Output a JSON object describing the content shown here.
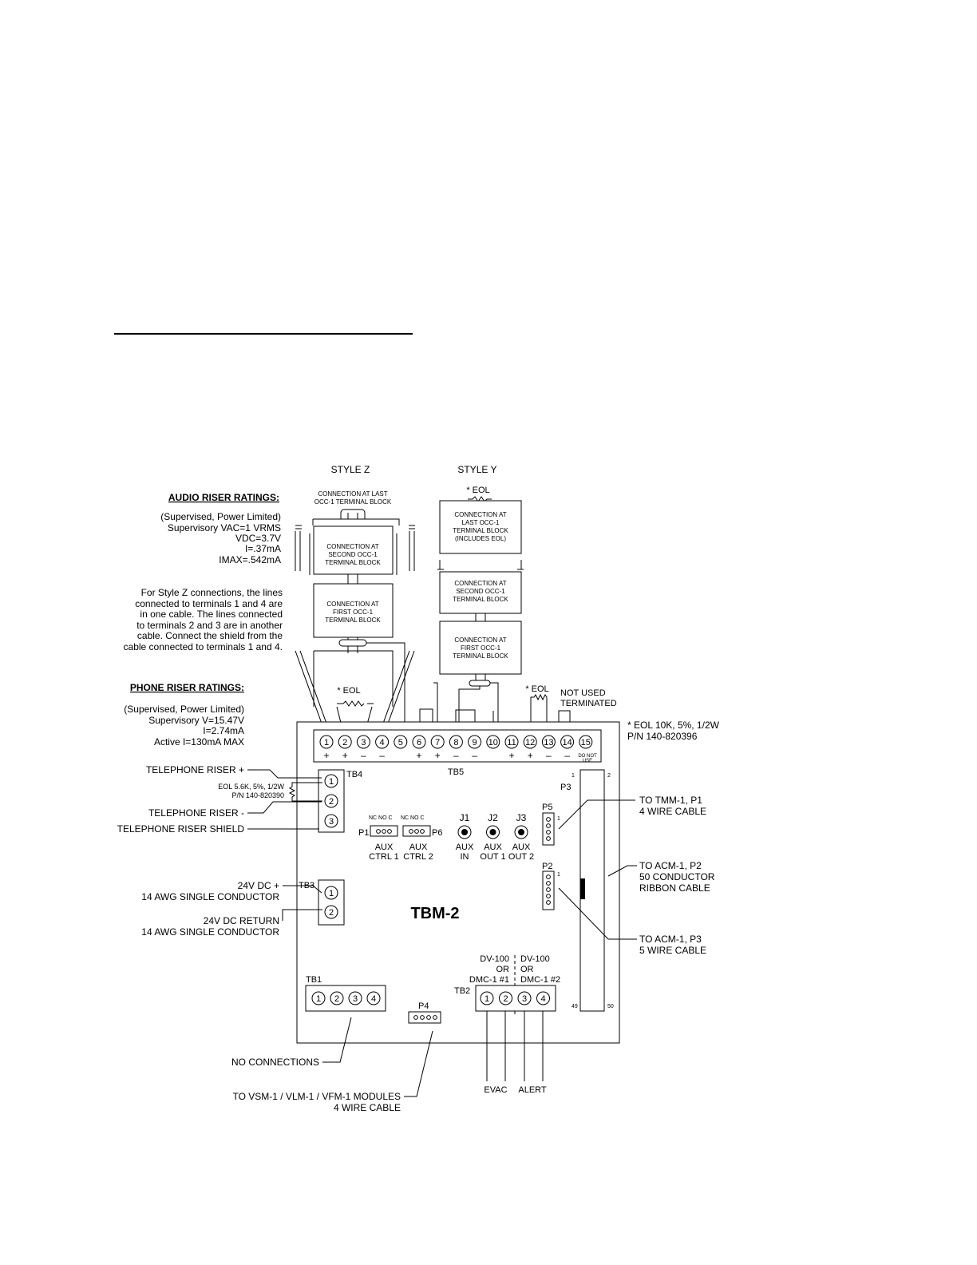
{
  "diagram": {
    "style_z_label": "STYLE Z",
    "style_y_label": "STYLE Y",
    "z_box_last": [
      "CONNECTION AT LAST",
      "OCC-1 TERMINAL BLOCK"
    ],
    "z_box_second": [
      "CONNECTION AT",
      "SECOND OCC-1",
      "TERMINAL BLOCK"
    ],
    "z_box_first": [
      "CONNECTION AT",
      "FIRST OCC-1",
      "TERMINAL BLOCK"
    ],
    "y_eol": "* EOL",
    "y_box_last": [
      "CONNECTION AT",
      "LAST OCC-1",
      "TERMINAL BLOCK",
      "(INCLUDES EOL)"
    ],
    "y_box_second": [
      "CONNECTION AT",
      "SECOND OCC-1",
      "TERMINAL BLOCK"
    ],
    "y_box_first": [
      "CONNECTION AT",
      "FIRST OCC-1",
      "TERMINAL BLOCK"
    ],
    "audio_title": "AUDIO  RISER RATINGS:",
    "audio_lines": [
      "(Supervised, Power Limited)",
      "Supervisory      VAC=1 VRMS",
      "VDC=3.7V",
      "I=.37mA",
      "IMAX=.542mA"
    ],
    "style_z_note": [
      "For Style Z connections, the lines",
      "connected to terminals 1 and 4 are",
      "in one cable. The lines connected",
      "to terminals 2 and 3 are in another",
      "cable. Connect the shield from the",
      "cable connected to terminals 1 and 4."
    ],
    "phone_title": "PHONE RISER RATINGS:",
    "phone_lines": [
      "(Supervised, Power Limited)",
      "Supervisory  V=15.47V",
      "I=2.74mA",
      "Active  I=130mA MAX"
    ],
    "eol_z": "* EOL",
    "eol_tb5": "* EOL",
    "not_used": [
      "NOT USED",
      "TERMINATED"
    ],
    "eol_note": [
      "* EOL 10K, 5%, 1/2W",
      "P/N 140-820396"
    ],
    "tb5_label": "TB5",
    "tb5_terminals": [
      "1",
      "2",
      "3",
      "4",
      "5",
      "6",
      "7",
      "8",
      "9",
      "10",
      "11",
      "12",
      "13",
      "14",
      "15"
    ],
    "tb5_signs": [
      "+",
      "+",
      "–",
      "–",
      "",
      "+",
      "+",
      "–",
      "–",
      "",
      "+",
      "+",
      "–",
      "–"
    ],
    "do_not_use": [
      "DO NOT",
      "USE"
    ],
    "tb4_label": "TB4",
    "tb4_terminals": [
      "1",
      "2",
      "3"
    ],
    "tel_plus": "TELEPHONE RISER +",
    "tel_eol": [
      "EOL 5.6K, 5%, 1/2W",
      "P/N 140-820390"
    ],
    "tel_minus": "TELEPHONE RISER -",
    "tel_shield": "TELEPHONE RISER SHIELD",
    "tb3_label": "TB3",
    "tb3_terminals": [
      "1",
      "2"
    ],
    "dc_plus": [
      "24V DC +",
      "14 AWG SINGLE CONDUCTOR"
    ],
    "dc_return": [
      "24V DC RETURN",
      "14 AWG SINGLE CONDUCTOR"
    ],
    "p1_label": "P1",
    "p6_label": "P6",
    "nc_no_c": "NC NO  C",
    "aux_ctrl1": [
      "AUX",
      "CTRL 1"
    ],
    "aux_ctrl2": [
      "AUX",
      "CTRL 2"
    ],
    "jacks": [
      {
        "name": "J1",
        "lines": [
          "AUX",
          "IN"
        ]
      },
      {
        "name": "J2",
        "lines": [
          "AUX",
          "OUT 1"
        ]
      },
      {
        "name": "J3",
        "lines": [
          "AUX",
          "OUT 2"
        ]
      }
    ],
    "p5_label": "P5",
    "p2_label": "P2",
    "p3_label": "P3",
    "pin_1": "1",
    "pin_2": "2",
    "pin_49": "49",
    "pin_50": "50",
    "to_tmm": [
      "TO TMM-1, P1",
      "4 WIRE CABLE"
    ],
    "to_acm_p2": [
      "TO ACM-1, P2",
      "50 CONDUCTOR",
      "RIBBON CABLE"
    ],
    "to_acm_p3": [
      "TO ACM-1, P3",
      "5 WIRE CABLE"
    ],
    "board_name": "TBM-2",
    "tb1_label": "TB1",
    "tb1_terminals": [
      "1",
      "2",
      "3",
      "4"
    ],
    "no_connections": "NO CONNECTIONS",
    "p4_label": "P4",
    "to_vsm": [
      "TO VSM-1 / VLM-1 / VFM-1 MODULES",
      "4 WIRE CABLE"
    ],
    "tb2_label": "TB2",
    "tb2_terminals": [
      "1",
      "2",
      "3",
      "4"
    ],
    "dv_left": [
      "DV-100",
      "OR",
      "DMC-1 #1"
    ],
    "dv_right": [
      "DV-100",
      "OR",
      "DMC-1 #2"
    ],
    "evac": "EVAC",
    "alert": "ALERT"
  }
}
